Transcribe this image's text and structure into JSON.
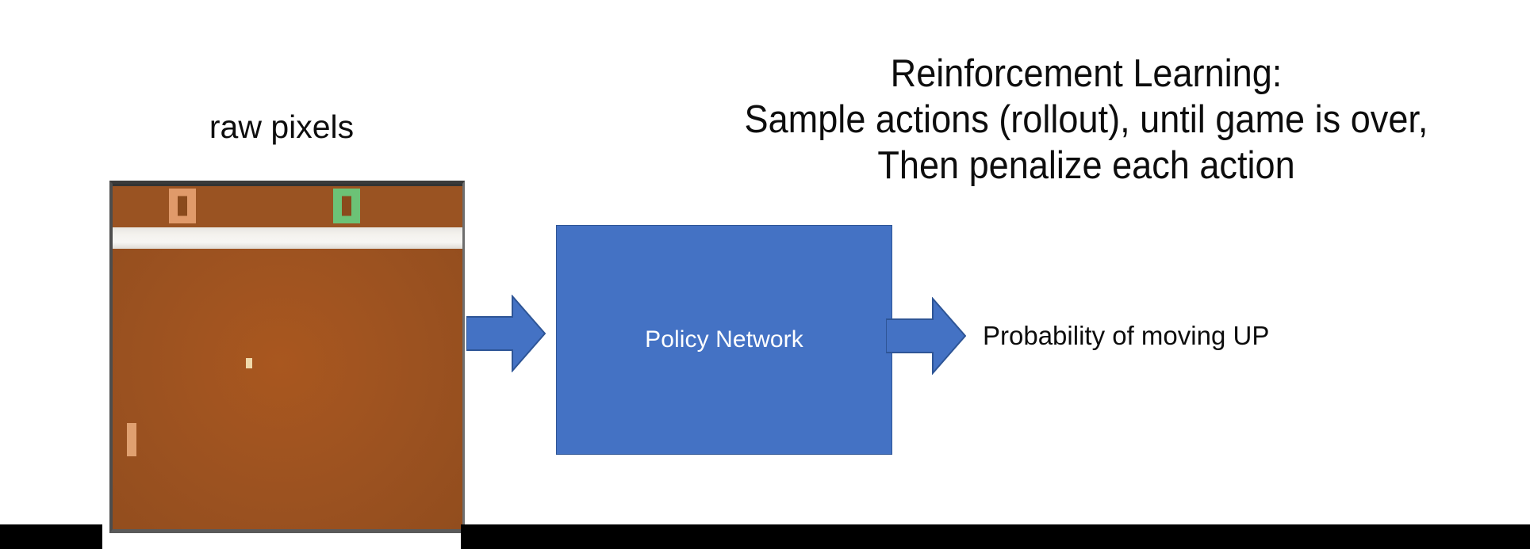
{
  "slide": {
    "background_color": "#ffffff",
    "headline": {
      "lines": [
        "Reinforcement Learning:",
        "Sample actions (rollout), until game is over,",
        "Then penalize each action"
      ],
      "line1": "Reinforcement Learning:",
      "line2": "Sample actions (rollout), until game is over,",
      "line3": "Then penalize each action",
      "color": "#0d0d0d"
    }
  },
  "input": {
    "label": "raw pixels",
    "label_color": "#0d0d0d"
  },
  "game": {
    "name": "pong-screenshot",
    "field_color": "#a1531f",
    "divider_color": "#f4f2ee",
    "score_left": "0",
    "score_right": "0",
    "score_left_color": "#e09a6a",
    "score_right_color": "#6cc276",
    "paddle_left_color": "#e0a070",
    "paddle_right_color": "#61c258",
    "ball_color": "#f0d9aa"
  },
  "pipeline": {
    "input_arrow": "arrow-right-icon",
    "output_arrow": "arrow-right-icon",
    "arrow_color": "#4472c4",
    "policy_box": {
      "label": "Policy Network",
      "fill": "#4472c4",
      "border": "#2e5596",
      "text_color": "#ffffff"
    },
    "output_label": "Probability of moving UP",
    "output_label_color": "#0d0d0d"
  },
  "footer": {
    "bar_color": "#000000"
  }
}
